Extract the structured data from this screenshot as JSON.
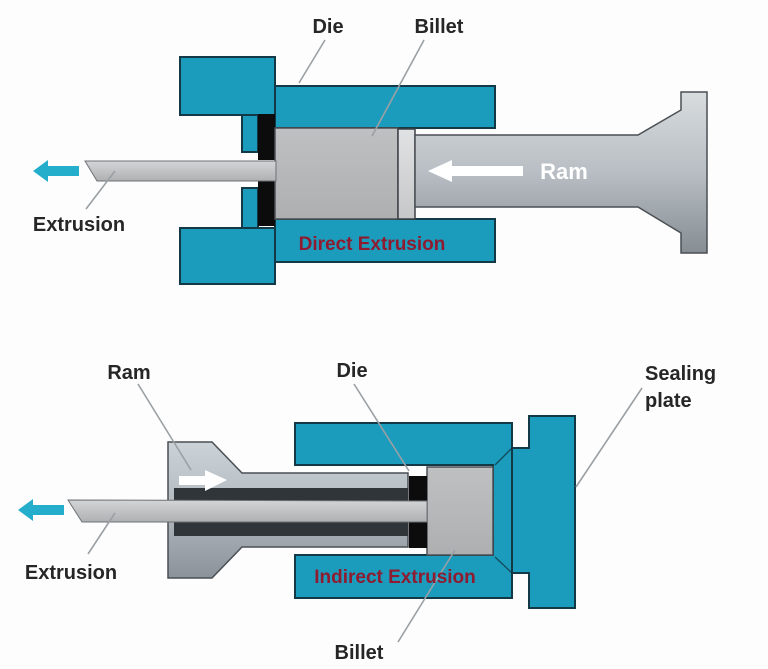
{
  "page": {
    "background": "#fdfdfd"
  },
  "colors": {
    "container_teal": "#1b9cbd",
    "teal_outline": "#123945",
    "extrusion_arrow_teal": "#25aecb",
    "title_red": "#8e1b30",
    "label_dark": "#262626",
    "die_black": "#0c0c0c",
    "billet_gray": "#b7b8ba",
    "ram_gray_light": "#d8dcdf",
    "ram_gray_dark": "#868d93",
    "bore_dark": "#30353a",
    "leader_gray": "#9aa0a4",
    "ram_arrow_white": "#ffffff"
  },
  "direct_extrusion": {
    "title": "Direct Extrusion",
    "labels": {
      "die": "Die",
      "billet": "Billet",
      "ram": "Ram",
      "extrusion": "Extrusion"
    }
  },
  "indirect_extrusion": {
    "title": "Indirect Extrusion",
    "labels": {
      "ram": "Ram",
      "die": "Die",
      "sealing_line1": "Sealing",
      "sealing_line2": "plate",
      "extrusion": "Extrusion",
      "billet": "Billet"
    }
  }
}
